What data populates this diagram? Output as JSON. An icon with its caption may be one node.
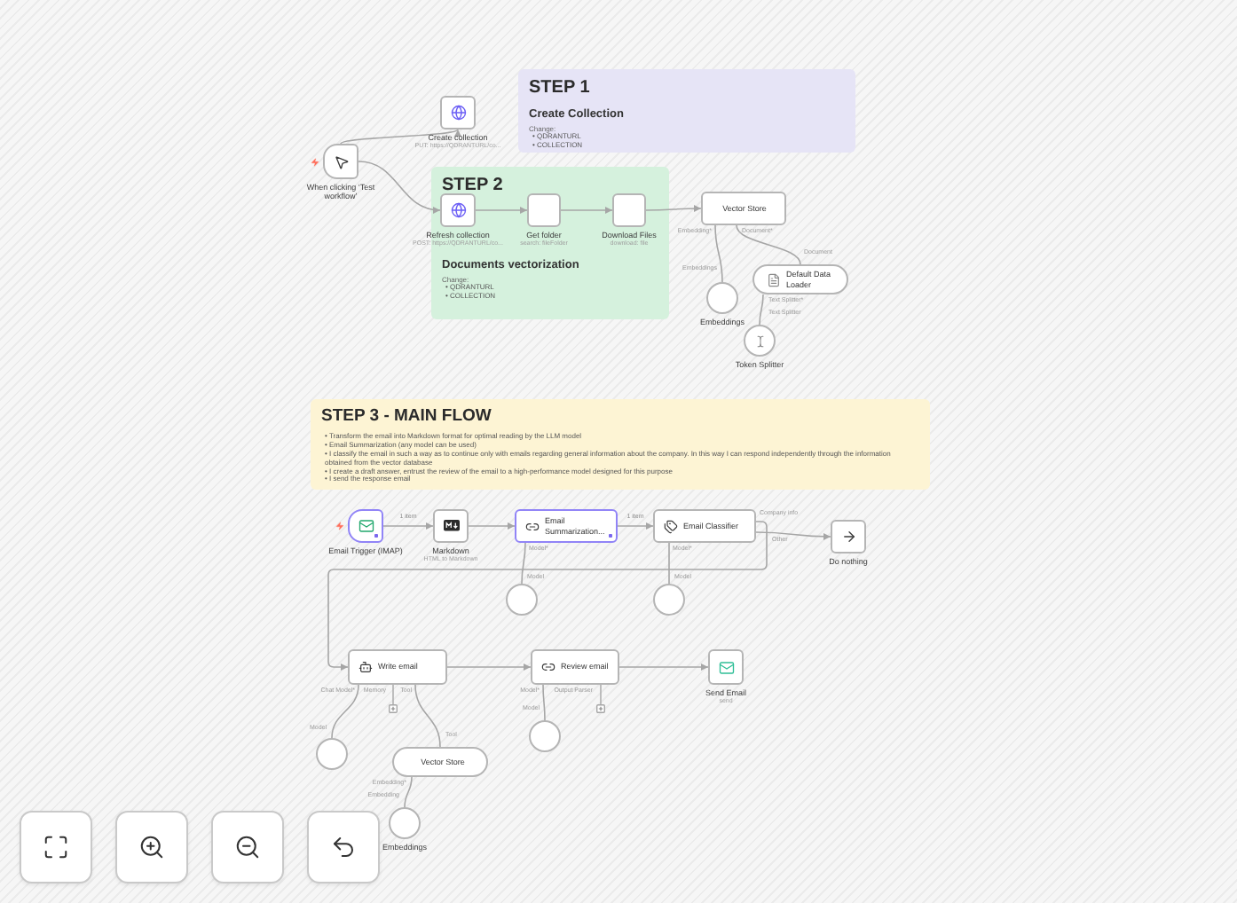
{
  "diagram": {
    "nodes": [
      {
        "text": [
          "When clicking ‘Test workflow’"
        ]
      },
      {
        "text": [
          "Create collection",
          "PUT: https://QDRANTURL/co..."
        ]
      },
      {
        "text": [
          "STEP 1",
          "Create Collection",
          "Change:",
          "• QDRANTURL",
          "• COLLECTION"
        ]
      },
      {
        "text": [
          "STEP 2",
          "Documents vectorization",
          "Change:",
          "• QDRANTURL",
          "• COLLECTION"
        ]
      },
      {
        "text": [
          "Refresh collection",
          "POST: https://QDRANTURL/co..."
        ],
        "in": 3
      },
      {
        "text": [
          "Get folder",
          "search: fileFolder"
        ],
        "in": 3
      },
      {
        "text": [
          "Download Files",
          "download: file"
        ],
        "in": 3
      },
      {
        "text": [
          "Vector Store"
        ],
        "beside": [
          "Embedding*",
          "Document*"
        ]
      },
      {
        "text": [
          "Default Data Loader"
        ],
        "beside": [
          "Document",
          "Text Splitter*"
        ]
      },
      {
        "text": [
          "Embeddings"
        ],
        "beside": [
          "Embeddings"
        ]
      },
      {
        "text": [
          "Token Splitter"
        ],
        "beside": [
          "Text Splitter"
        ]
      },
      {
        "text": [
          "STEP 3 - MAIN FLOW",
          "• Transform the email into Markdown format for optimal reading by the LLM model",
          "• Email Summarization (any model can be used)",
          "• I classify the email in such a way as to continue only with emails regarding general information about the company. In this way I can respond independently through the information obtained from the vector database",
          "• I create a draft answer, entrust the review of the email to a high-performance model designed for this purpose",
          "• I send the response email"
        ]
      },
      {
        "text": [
          "Email Trigger (IMAP)"
        ]
      },
      {
        "text": [
          "Markdown",
          "HTML to Markdown"
        ]
      },
      {
        "text": [
          "Email Summarization..."
        ],
        "beside": [
          "Model*"
        ]
      },
      {
        "text": [
          "Email Classifier"
        ],
        "beside": [
          "Model*",
          "Company info",
          "Other"
        ]
      },
      {
        "text": [
          "Do nothing"
        ]
      },
      {
        "text": [],
        "shape": "circle",
        "beside": [
          "Model"
        ]
      },
      {
        "text": [],
        "shape": "circle",
        "beside": [
          "Model"
        ]
      },
      {
        "text": [
          "Write email"
        ],
        "beside": [
          "Chat Model*",
          "Memory",
          "Tool"
        ]
      },
      {
        "text": [
          "Review email"
        ],
        "beside": [
          "Model*",
          "Output Parser"
        ]
      },
      {
        "text": [
          "Send Email",
          "send"
        ]
      },
      {
        "text": [],
        "shape": "circle",
        "beside": [
          "Model"
        ]
      },
      {
        "text": [
          "Vector Store"
        ],
        "beside": [
          "Tool",
          "Embedding*"
        ]
      },
      {
        "text": [],
        "shape": "circle",
        "beside": [
          "Model"
        ]
      },
      {
        "text": [
          "Embeddings"
        ],
        "beside": [
          "Embedding"
        ]
      }
    ],
    "edges": [
      {
        "from": 0,
        "to": 1,
        "arrow": "to"
      },
      {
        "from": 0,
        "to": 4,
        "arrow": "to"
      },
      {
        "from": 4,
        "to": 5,
        "arrow": "to"
      },
      {
        "from": 5,
        "to": 6,
        "arrow": "to"
      },
      {
        "from": 6,
        "to": 7,
        "arrow": "to"
      },
      {
        "from": 9,
        "to": 7,
        "arrow": "none"
      },
      {
        "from": 8,
        "to": 7,
        "arrow": "none"
      },
      {
        "from": 10,
        "to": 8,
        "arrow": "none"
      },
      {
        "from": 12,
        "to": 13,
        "arrow": "to",
        "label": "1 item"
      },
      {
        "from": 13,
        "to": 14,
        "arrow": "to"
      },
      {
        "from": 14,
        "to": 15,
        "arrow": "to",
        "label": "1 item"
      },
      {
        "from": 15,
        "to": 19,
        "arrow": "to"
      },
      {
        "from": 15,
        "to": 16,
        "arrow": "to"
      },
      {
        "from": 17,
        "to": 14,
        "arrow": "none"
      },
      {
        "from": 18,
        "to": 15,
        "arrow": "none"
      },
      {
        "from": 19,
        "to": 20,
        "arrow": "to"
      },
      {
        "from": 20,
        "to": 21,
        "arrow": "to"
      },
      {
        "from": 22,
        "to": 19,
        "arrow": "none"
      },
      {
        "from": 23,
        "to": 19,
        "arrow": "none"
      },
      {
        "from": 25,
        "to": 23,
        "arrow": "none"
      },
      {
        "from": 24,
        "to": 20,
        "arrow": "none"
      }
    ]
  }
}
